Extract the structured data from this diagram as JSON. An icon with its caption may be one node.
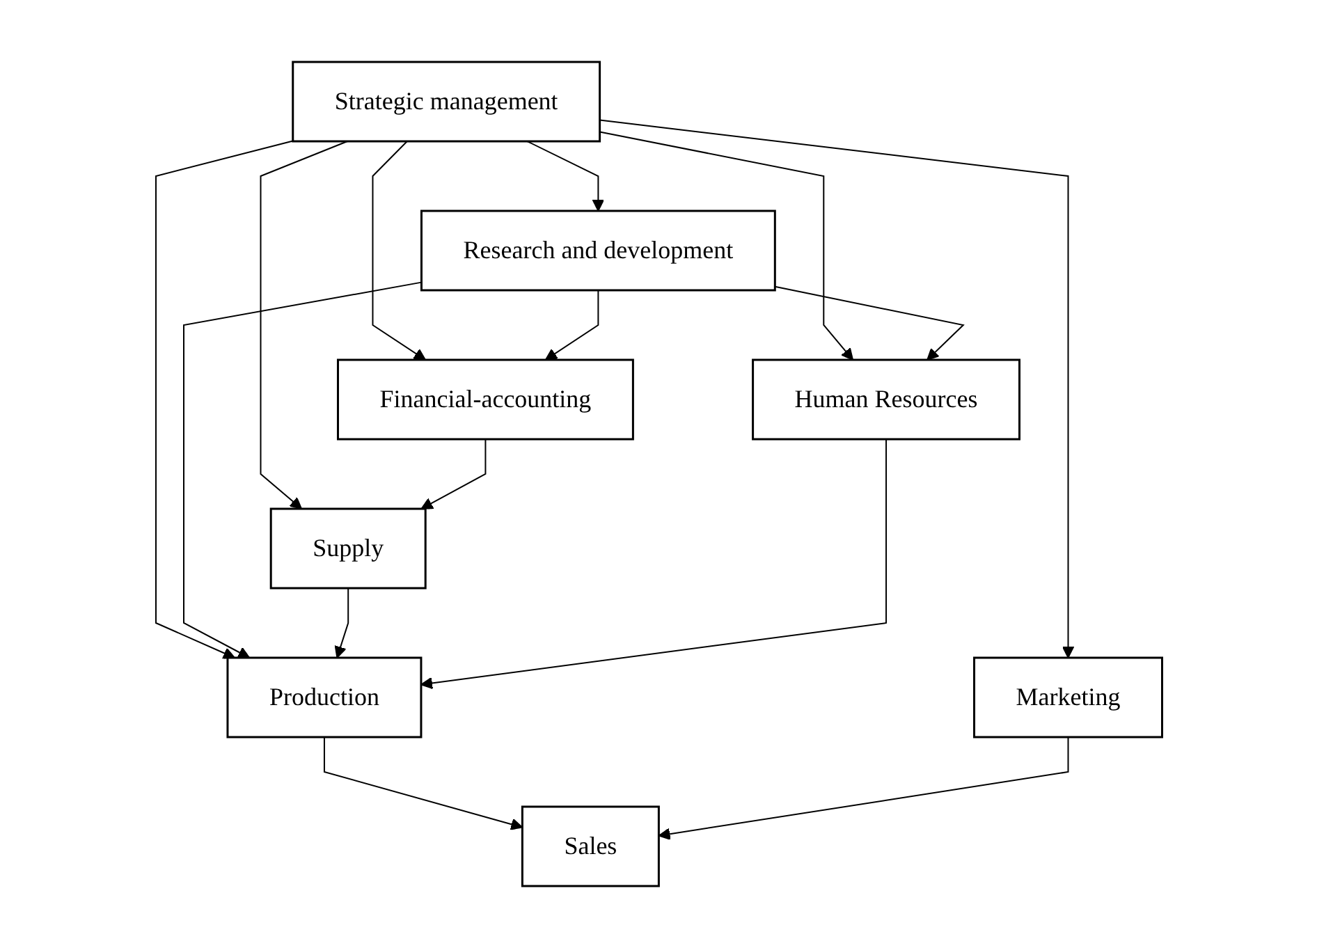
{
  "diagram": {
    "nodes": [
      {
        "text": [
          "Strategic management"
        ]
      },
      {
        "text": [
          "Marketing"
        ]
      },
      {
        "text": [
          "Research and development"
        ]
      },
      {
        "text": [
          "Financial-accounting"
        ]
      },
      {
        "text": [
          "Human Resources"
        ]
      },
      {
        "text": [
          "Supply"
        ]
      },
      {
        "text": [
          "Production"
        ]
      },
      {
        "text": [
          "Sales"
        ]
      }
    ],
    "edges": [
      {
        "from": 0,
        "to": 1,
        "arrow": "to"
      },
      {
        "from": 0,
        "to": 3,
        "arrow": "to"
      },
      {
        "from": 0,
        "to": 2,
        "arrow": "to"
      },
      {
        "from": 0,
        "to": 5,
        "arrow": "to"
      },
      {
        "from": 0,
        "to": 4,
        "arrow": "to"
      },
      {
        "from": 0,
        "to": 6,
        "arrow": "to"
      },
      {
        "from": 2,
        "to": 3,
        "arrow": "to"
      },
      {
        "from": 2,
        "to": 4,
        "arrow": "to"
      },
      {
        "from": 2,
        "to": 6,
        "arrow": "to"
      },
      {
        "from": 3,
        "to": 5,
        "arrow": "to"
      },
      {
        "from": 5,
        "to": 6,
        "arrow": "to"
      },
      {
        "from": 4,
        "to": 6,
        "arrow": "to"
      },
      {
        "from": 6,
        "to": 7,
        "arrow": "to"
      },
      {
        "from": 1,
        "to": 7,
        "arrow": "to"
      }
    ]
  }
}
